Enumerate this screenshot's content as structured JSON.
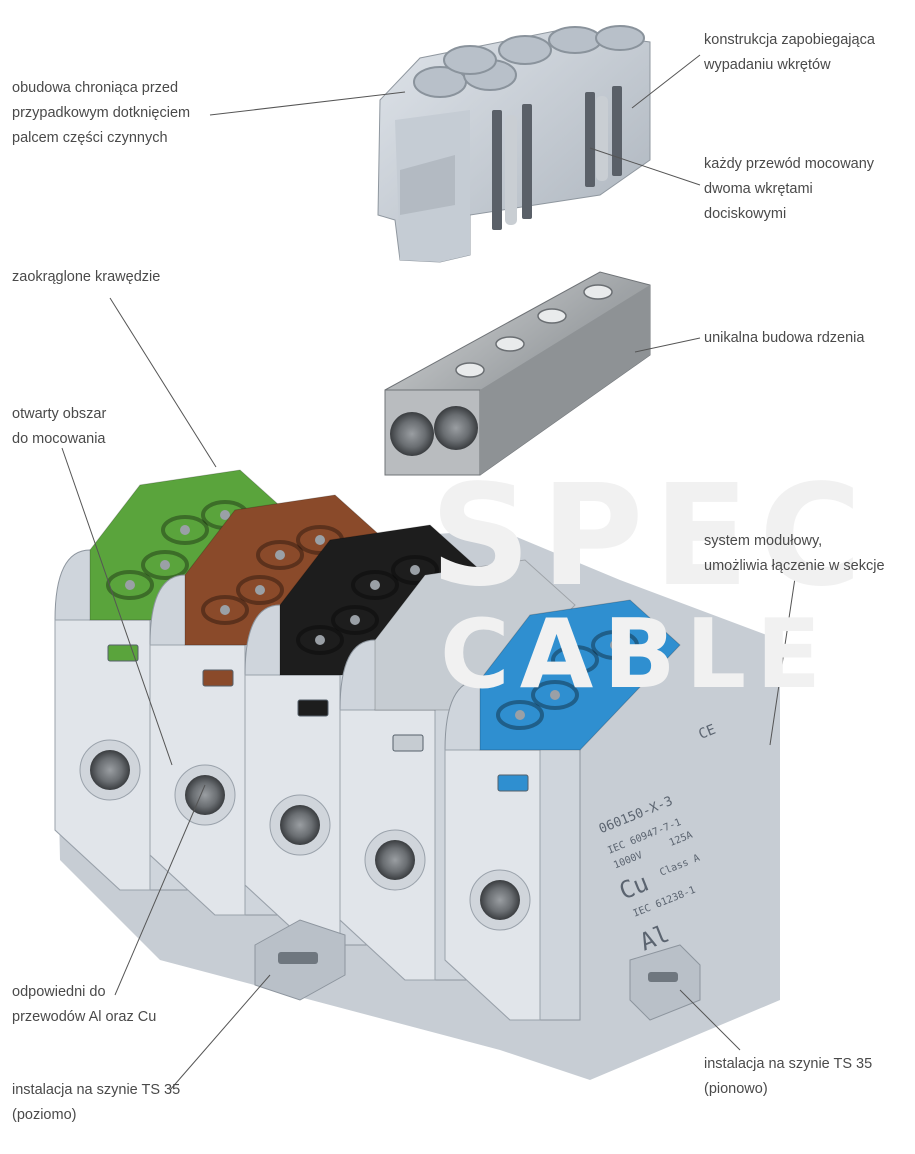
{
  "watermark": {
    "line1": "SPEC",
    "line2": "CABLE"
  },
  "annotations": {
    "housing": "obudowa chroniąca przed\nprzypadkowym dotknięciem\npalcem części czynnych",
    "anti_fall": "konstrukcja zapobiegająca\nwypadaniu wkrętów",
    "two_screws": "każdy przewód mocowany\ndwoma wkrętami\ndociskowymi",
    "rounded_edges": "zaokrąglone krawędzie",
    "core": "unikalna budowa rdzenia",
    "open_area": "otwarty obszar\ndo mocowania",
    "modular": "system modułowy,\numożliwia łączenie w sekcje",
    "al_cu": "odpowiedni do\nprzewodów Al oraz Cu",
    "ts35_horizontal": "instalacja na szynie TS 35\n(poziomo)",
    "ts35_vertical": "instalacja na szynie TS 35\n(pionowo)"
  },
  "product_markings": {
    "model": "060150-X-3",
    "standard": "IEC 60947-7-1",
    "rating_cu": "Cu",
    "rating_al": "Al",
    "voltage": "1000V",
    "current": "125A",
    "standard2": "IEC 61238-1",
    "class": "Class A",
    "ce": "CE"
  },
  "module_colors": {
    "green": "#5aa43c",
    "brown": "#8a4a2a",
    "black": "#1d1d1d",
    "grey": "#c6ccd2",
    "blue": "#2f8fd0",
    "housing": "#cfd5dc",
    "core_metal": "#a9acae"
  }
}
